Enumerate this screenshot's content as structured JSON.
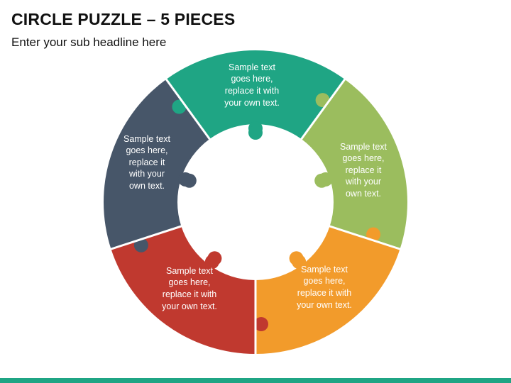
{
  "header": {
    "title": "CIRCLE PUZZLE – 5 PIECES",
    "subtitle": "Enter your sub headline here"
  },
  "pieces": [
    {
      "name": "top",
      "color": "#1fa584",
      "text_lines": [
        "Sample text",
        "goes here,",
        "replace it with",
        "your own text."
      ]
    },
    {
      "name": "right",
      "color": "#9bbd5e",
      "text_lines": [
        "Sample text",
        "goes here,",
        "replace it",
        "with your",
        "own text."
      ]
    },
    {
      "name": "bottom-right",
      "color": "#f29b2b",
      "text_lines": [
        "Sample text",
        "goes here,",
        "replace it with",
        "your own text."
      ]
    },
    {
      "name": "bottom-left",
      "color": "#c0392f",
      "text_lines": [
        "Sample text",
        "goes here,",
        "replace it with",
        "your own text."
      ]
    },
    {
      "name": "left",
      "color": "#475669",
      "text_lines": [
        "Sample text",
        "goes here,",
        "replace it",
        "with your",
        "own text."
      ]
    }
  ],
  "accent_color": "#1fa584"
}
